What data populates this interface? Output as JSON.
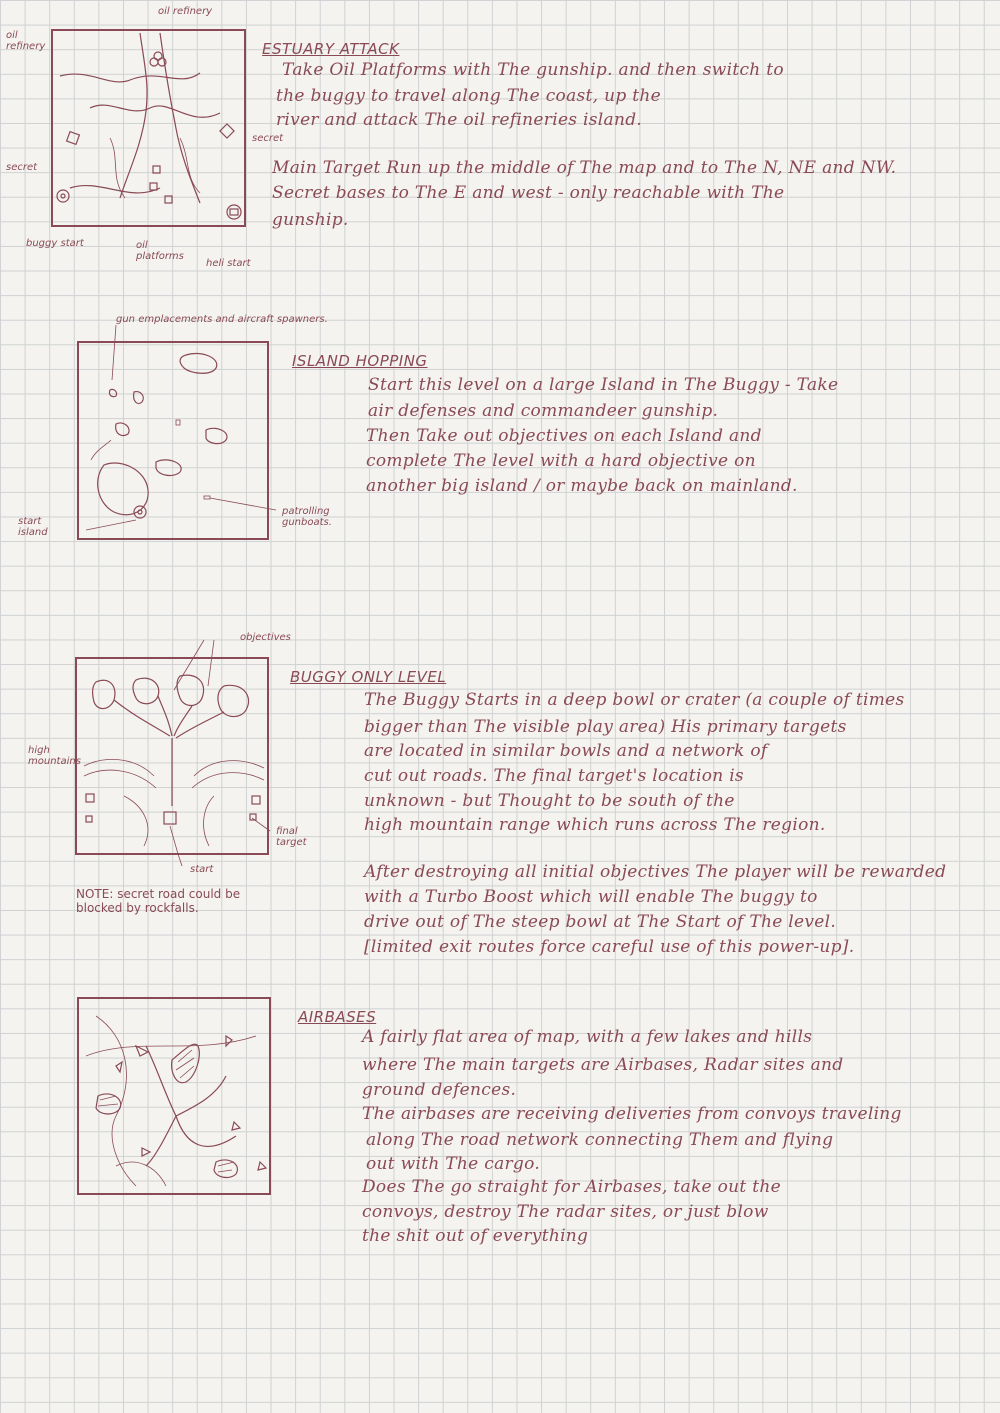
{
  "sections": [
    {
      "title": "ESTUARY ATTACK",
      "lines": [
        "Take Oil Platforms with The gunship. and then switch to",
        "the buggy to travel along The coast, up the",
        "river and attack The oil refineries island.",
        "Main Target Run up the middle of The map and to The N, NE and NW.",
        "Secret bases to The E and west - only reachable with The",
        "gunship."
      ],
      "labels": {
        "oil_refinery_top": "oil refinery",
        "oil_refinery_left": "oil refinery",
        "secret_right": "secret",
        "secret_left": "secret",
        "buggy_start": "buggy start",
        "oil_platforms": "oil platforms",
        "heli_start": "heli start"
      }
    },
    {
      "title": "ISLAND HOPPING",
      "lines": [
        "Start this level on a large Island in The Buggy - Take",
        "air defenses and commandeer gunship.",
        "Then Take out objectives on each Island and",
        "complete The level with a hard objective on",
        "another big island / or maybe back on mainland."
      ],
      "labels": {
        "gun_emplacements": "gun emplacements and aircraft spawners.",
        "start_island": "start island",
        "patrolling_gunboats": "patrolling gunboats."
      }
    },
    {
      "title": "BUGGY ONLY LEVEL",
      "lines": [
        "The Buggy Starts in a deep bowl or crater (a couple of times",
        "bigger than The visible play area) His primary targets",
        "are located in similar bowls and a network of",
        "cut out roads. The final target's location is",
        "unknown - but Thought to be south of the",
        "high mountain range which runs across The region.",
        "After destroying all initial objectives The player will be rewarded",
        "with a Turbo Boost which will enable The buggy to",
        "drive out of The steep bowl at The Start of The level.",
        "[limited exit routes force careful use of this power-up]."
      ],
      "labels": {
        "objectives": "objectives",
        "high_mountains": "high mountains",
        "start": "start",
        "final_target": "final target"
      },
      "note": [
        "NOTE: secret road could be",
        "blocked by rockfalls."
      ]
    },
    {
      "title": "AIRBASES",
      "lines": [
        "A fairly flat area of map, with a few lakes and hills",
        "where The main targets are Airbases, Radar sites and",
        "ground defences.",
        "The airbases are receiving deliveries from convoys traveling",
        "along The road network connecting Them and flying",
        "out with The cargo.",
        "Does The go straight for Airbases, take out the",
        "convoys, destroy The radar sites, or just blow",
        "the shit out of everything"
      ]
    }
  ]
}
